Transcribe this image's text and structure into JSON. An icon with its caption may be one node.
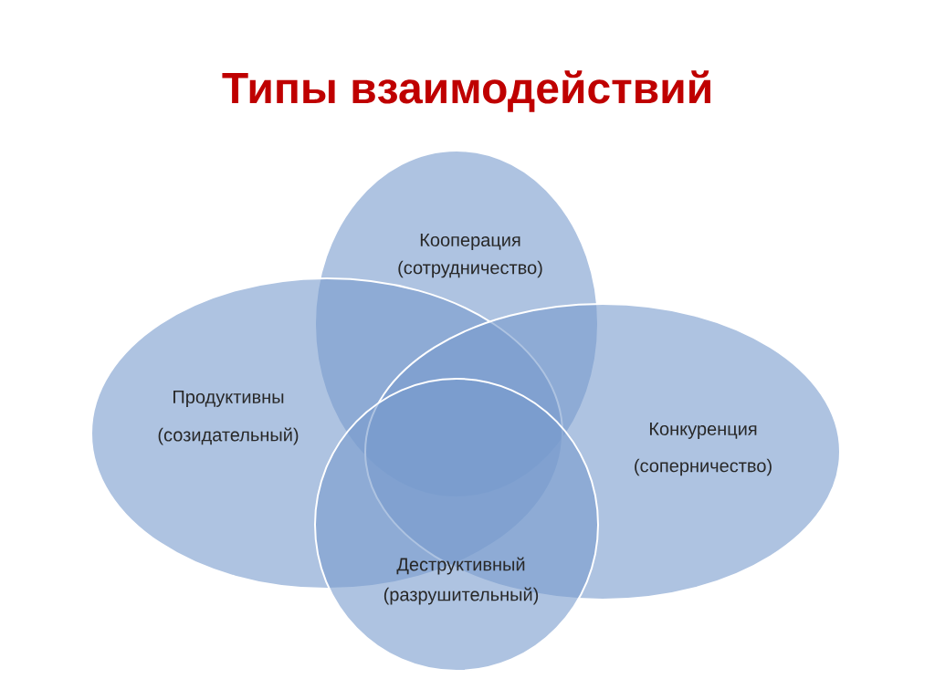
{
  "diagram": {
    "title": "Типы взаимодействий",
    "nodes": [
      {
        "text": [
          "Кооперация",
          "(сотрудничество)"
        ]
      },
      {
        "text": [
          "Продуктивны",
          "(созидательный)"
        ]
      },
      {
        "text": [
          "Конкуренция",
          "(соперничество)"
        ]
      },
      {
        "text": [
          "Деструктивный",
          "(разрушительный)"
        ]
      }
    ]
  }
}
